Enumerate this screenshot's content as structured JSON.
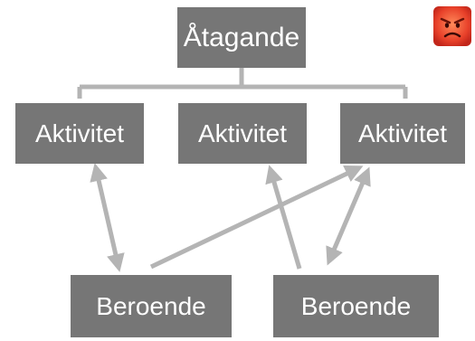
{
  "diagram": {
    "top_node": {
      "label": "Åtagande"
    },
    "activities": [
      {
        "label": "Aktivitet"
      },
      {
        "label": "Aktivitet"
      },
      {
        "label": "Aktivitet"
      }
    ],
    "dependencies": [
      {
        "label": "Beroende"
      },
      {
        "label": "Beroende"
      }
    ],
    "connector_color": "#b4b4b4",
    "box_color": "#767676",
    "emoji_icon": "angry-face-icon"
  }
}
